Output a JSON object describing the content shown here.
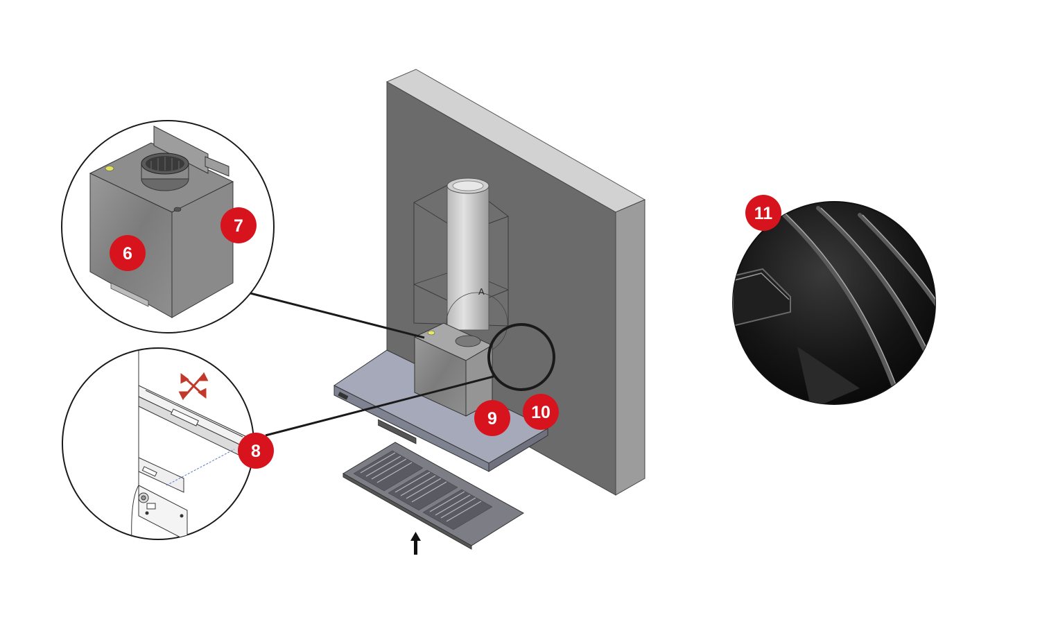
{
  "diagram": {
    "detail_label": "A",
    "badges": [
      {
        "id": "6",
        "label": "6"
      },
      {
        "id": "7",
        "label": "7"
      },
      {
        "id": "8",
        "label": "8"
      },
      {
        "id": "9",
        "label": "9"
      },
      {
        "id": "10",
        "label": "10"
      },
      {
        "id": "11",
        "label": "11"
      }
    ],
    "colors": {
      "badge": "#d7141e",
      "wall_front": "#6a6a6a",
      "wall_side": "#9a9a9a",
      "wall_top": "#cfcfcf",
      "hood_plate": "#a4a8b8",
      "motor_box": "#8e8e8e",
      "filter": "#7d7d85",
      "callout_line": "#1a1a1a"
    },
    "icons": [
      "up-arrow-icon",
      "move-cross-icon"
    ]
  }
}
